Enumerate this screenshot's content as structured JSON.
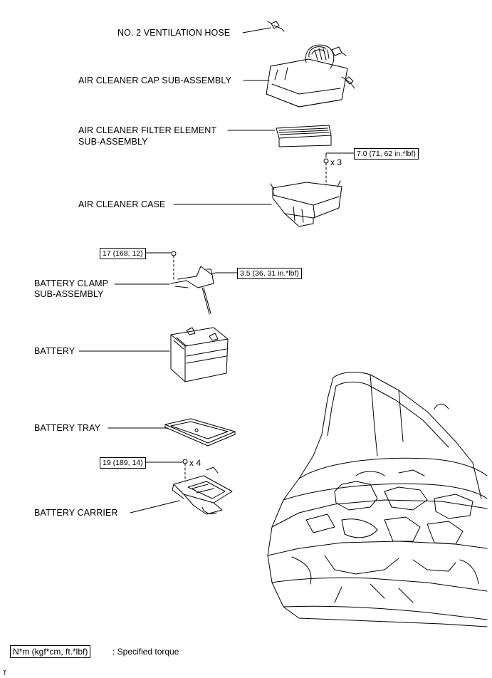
{
  "labels": {
    "ventilation_hose": "NO. 2 VENTILATION HOSE",
    "air_cleaner_cap": "AIR CLEANER CAP SUB-ASSEMBLY",
    "filter_element_line1": "AIR CLEANER FILTER ELEMENT",
    "filter_element_line2": "SUB-ASSEMBLY",
    "air_cleaner_case": "AIR CLEANER CASE",
    "battery_clamp_line1": "BATTERY CLAMP",
    "battery_clamp_line2": "SUB-ASSEMBLY",
    "battery": "BATTERY",
    "battery_tray": "BATTERY TRAY",
    "battery_carrier": "BATTERY CARRIER"
  },
  "torques": {
    "case_bolts": "7.0 (71, 62 in.*lbf)",
    "clamp_bolt": "17 (168, 12)",
    "clamp_nut": "3.5 (36, 31 in.*lbf)",
    "carrier_bolts": "19 (189, 14)"
  },
  "quantities": {
    "case_bolts": "x 3",
    "carrier_bolts": "x 4"
  },
  "legend": {
    "unit_box": "N*m (kgf*cm, ft.*lbf)",
    "description": ": Specified torque"
  },
  "corner_tag": "T"
}
